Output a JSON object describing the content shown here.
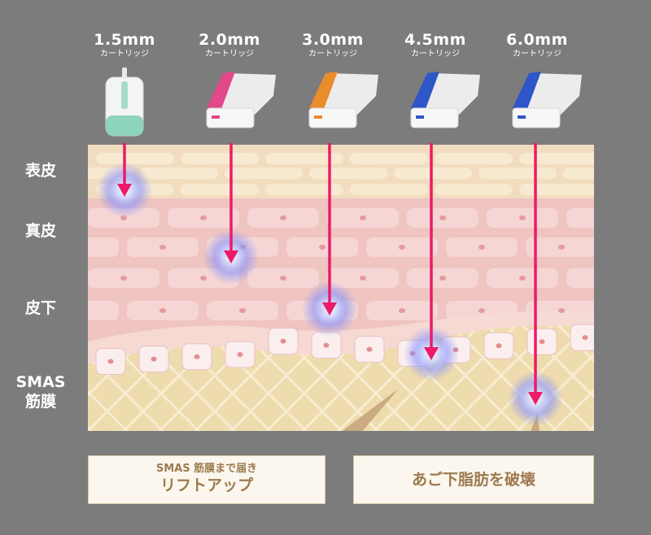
{
  "cartridges": [
    {
      "size": "1.5mm",
      "label": "カートリッジ",
      "color": "#8ed3bb"
    },
    {
      "size": "2.0mm",
      "label": "カートリッジ",
      "color": "#e2488a"
    },
    {
      "size": "3.0mm",
      "label": "カートリッジ",
      "color": "#e98c2c"
    },
    {
      "size": "4.5mm",
      "label": "カートリッジ",
      "color": "#2f56c8"
    },
    {
      "size": "6.0mm",
      "label": "カートリッジ",
      "color": "#2f56c8"
    }
  ],
  "layers": [
    {
      "label": "表皮"
    },
    {
      "label": "真皮"
    },
    {
      "label": "皮下"
    },
    {
      "label": "SMAS\n筋膜"
    }
  ],
  "callouts": {
    "left": {
      "small": "SMAS 筋膜まで届き",
      "big": "リフトアップ"
    },
    "right": {
      "big": "あご下脂肪を破壊"
    }
  },
  "colors": {
    "background": "#7c7c7c",
    "arrow": "#ec1b67",
    "glow": "#7a8cff",
    "skin_top": "#f2dcc4",
    "dermis": "#efc0bf",
    "fat": "#f5e0d9",
    "smas": "#efdcae",
    "callout_text": "#9c7a4e"
  }
}
